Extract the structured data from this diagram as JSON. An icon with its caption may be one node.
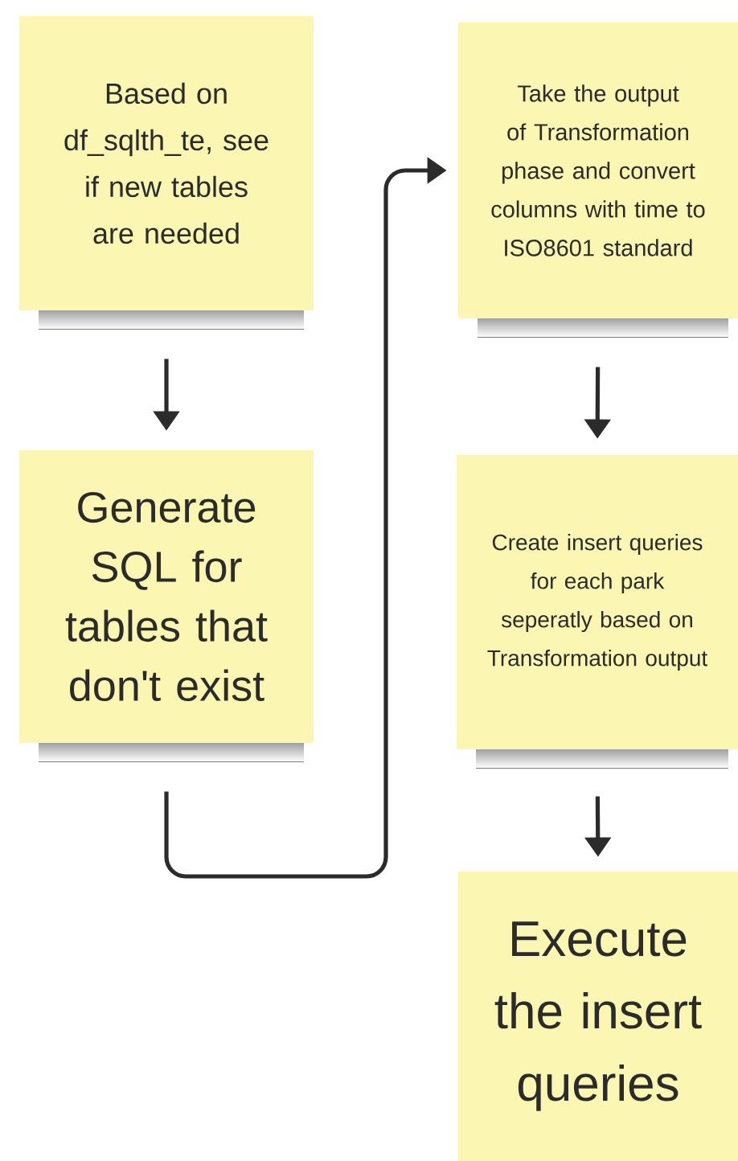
{
  "diagram": {
    "nodes": [
      {
        "text": [
          "Based on df_sqlth_te, see if new tables are needed"
        ]
      },
      {
        "text": [
          "Generate SQL for tables that don't exist"
        ]
      },
      {
        "text": [
          "Take the output of Transformation phase and convert columns with time to ISO8601 standard"
        ]
      },
      {
        "text": [
          "Create insert queries for each park seperatly based on Transformation output"
        ]
      },
      {
        "text": [
          "Execute the insert queries"
        ]
      }
    ],
    "edges": [
      {
        "from": 0,
        "to": 1,
        "arrow": "to"
      },
      {
        "from": 1,
        "to": 2,
        "arrow": "to"
      },
      {
        "from": 2,
        "to": 3,
        "arrow": "to"
      },
      {
        "from": 3,
        "to": 4,
        "arrow": "to"
      }
    ]
  }
}
